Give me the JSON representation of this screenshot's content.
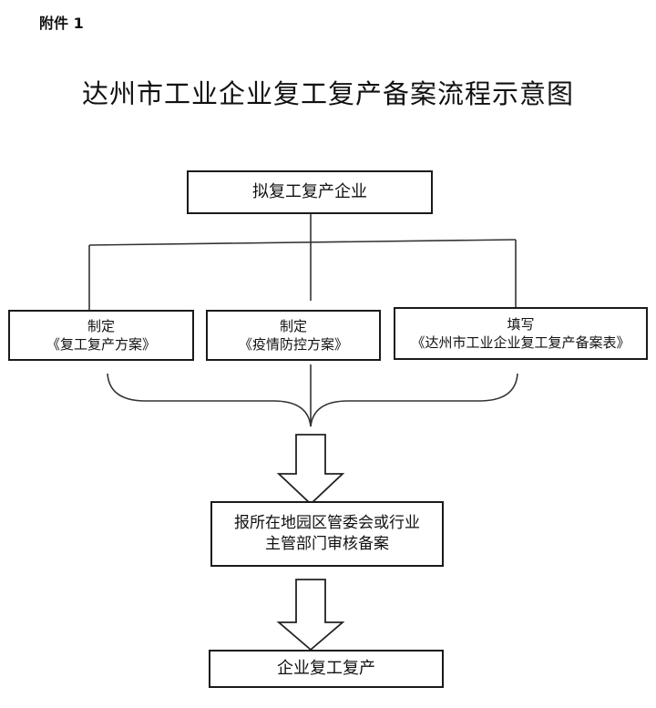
{
  "header": {
    "annex_label": "附件 1"
  },
  "title": "达州市工业企业复工复产备案流程示意图",
  "nodes": {
    "start": {
      "lines": [
        "拟复工复产企业"
      ]
    },
    "plan_a": {
      "lines": [
        "制定",
        "《复工复产方案》"
      ]
    },
    "plan_b": {
      "lines": [
        "制定",
        "《疫情防控方案》"
      ]
    },
    "plan_c": {
      "lines": [
        "填写",
        "《达州市工业企业复工复产备案表》"
      ]
    },
    "report": {
      "lines": [
        "报所在地园区管委会或行业",
        "主管部门审核备案"
      ]
    },
    "final": {
      "lines": [
        "企业复工复产"
      ]
    }
  }
}
